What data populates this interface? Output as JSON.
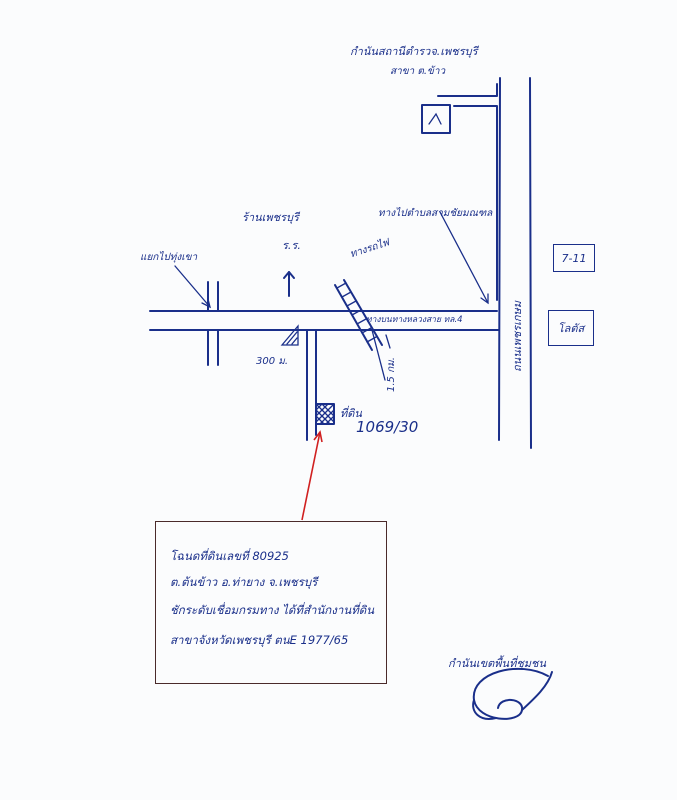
{
  "map": {
    "top_office_label": "กำนันสถานีตำรวจ.เพชรบุรี",
    "top_office_sublabel": "สาขา ต.ข้าว",
    "repair_label": "ทางไปตำบลสามชัยมณฑล",
    "canal_bridge_label": "แยกไปทุ่งเขา",
    "north_road_label": "ร้านเพชรบุรี",
    "north_road_sublabel": "ร.ร.",
    "river_label": "ทางรถไฟ",
    "distance_label": "300 ม.",
    "side_road_label": "ทางบนทางหลวงสาย ทล.4",
    "highway_label": "ถนนเพชรเกษม",
    "walk_distance_label": "1.5 กม.",
    "plot_label": "ที่ดิน",
    "plot_number": "1069/30",
    "store_label": "7-11",
    "gas_label": "โลตัส"
  },
  "note": {
    "lines": [
      "โฉนดที่ดินเลขที่ 80925",
      "ต.ต้นข้าว อ.ท่ายาง จ.เพชรบุรี",
      "ชักระดับเชื่อมกรมทาง ได้ที่สำนักงานที่ดิน",
      "สาขาจังหวัดเพชรบุรี ตนE 1977/65"
    ]
  },
  "signature": {
    "label": "กำนันเขตพื้นที่ชุมชน"
  },
  "colors": {
    "ink": "#1a2f8a",
    "pointer": "#d02020",
    "note_border": "#4a2a2a"
  }
}
